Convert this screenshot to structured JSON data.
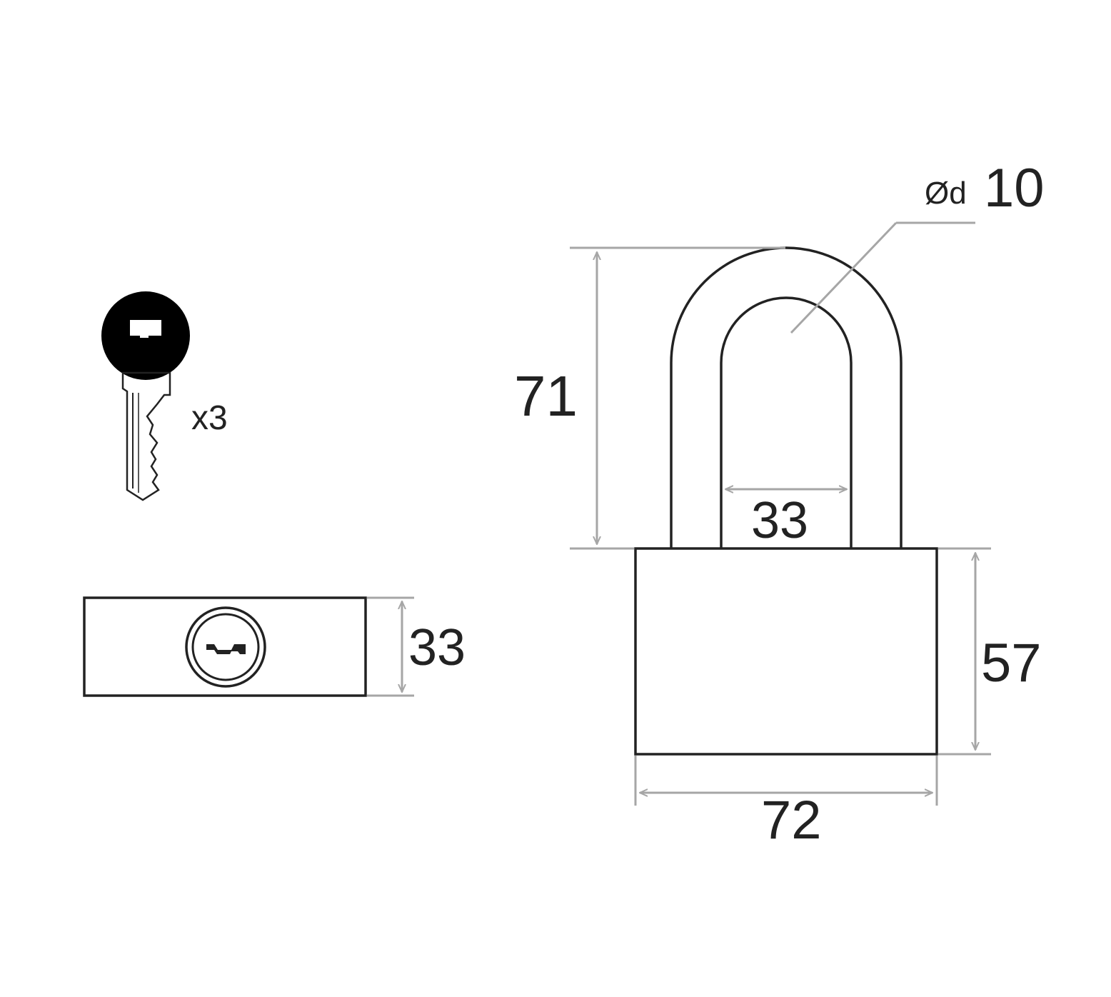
{
  "colors": {
    "outline": "#222222",
    "dimension_line": "#a6a6a6",
    "background": "#ffffff",
    "key_head": "#000000"
  },
  "key": {
    "icon": "key-icon",
    "quantity_label": "x3"
  },
  "top_view": {
    "keyhole_icon": "keyhole-icon",
    "depth_label": "33"
  },
  "padlock": {
    "icon": "padlock-icon",
    "shackle_height_label": "71",
    "shackle_inner_width_label": "33",
    "shackle_diameter_prefix": "Ød",
    "shackle_diameter_value": "10",
    "body_height_label": "57",
    "body_width_label": "72"
  }
}
